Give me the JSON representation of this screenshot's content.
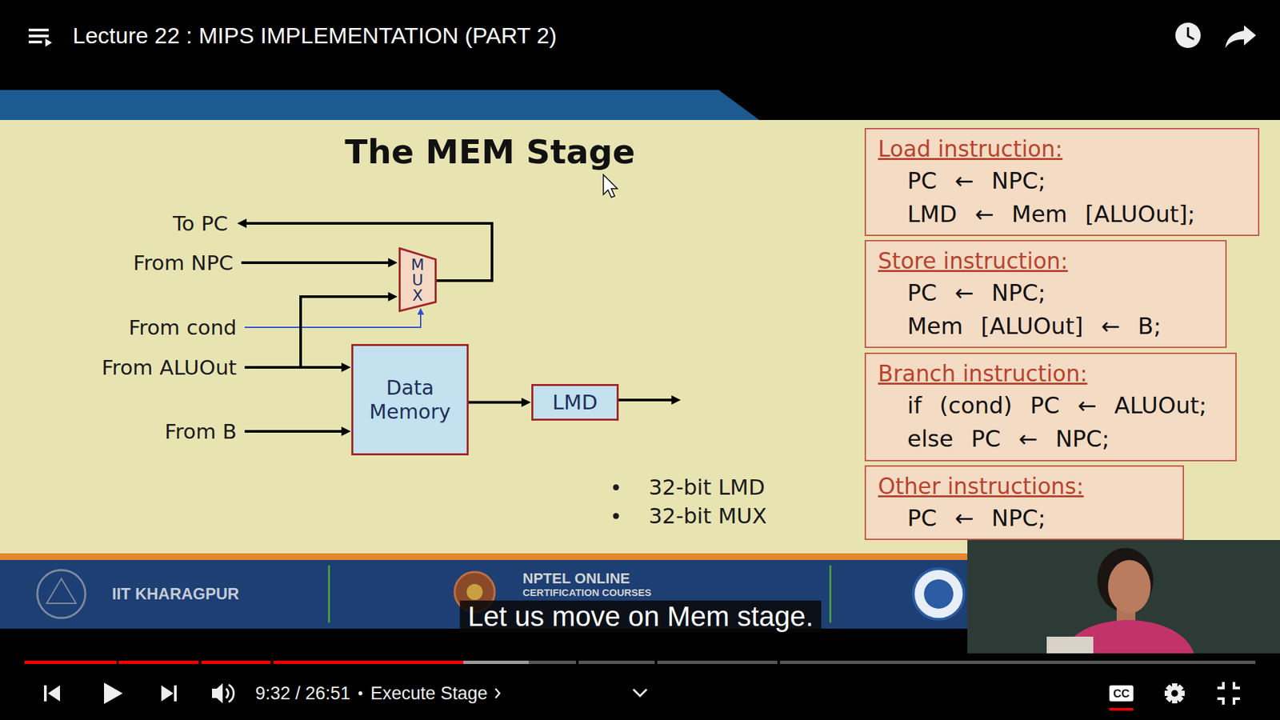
{
  "diagram": {
    "title": "The MEM Stage",
    "nodes": [
      {
        "text": [
          "MUX"
        ]
      },
      {
        "text": [
          "Data Memory"
        ]
      },
      {
        "text": [
          "LMD"
        ]
      },
      {
        "text": [
          "Load instruction:",
          "PC ← NPC;",
          "LMD ← Mem [ALUOut];"
        ]
      },
      {
        "text": [
          "Store instruction:",
          "PC ← NPC;",
          "Mem [ALUOut] ← B;"
        ]
      },
      {
        "text": [
          "Branch instruction:",
          "if (cond) PC ← ALUOut;",
          "else PC ← NPC;"
        ]
      },
      {
        "text": [
          "Other instructions:",
          "PC ← NPC;"
        ]
      }
    ],
    "edges": [
      {
        "from": 1,
        "to": 2,
        "arrow": "to"
      }
    ],
    "labels": [
      "Lecture 22 : MIPS IMPLEMENTATION (PART 2)",
      "To PC",
      "From NPC",
      "From cond",
      "From ALUOut",
      "From B",
      "32-bit LMD",
      "32-bit MUX",
      "IIT KHARAGPUR",
      "NPTEL ONLINE",
      "CERTIFICATION COURSES",
      "Let us move on Mem stage.",
      "9:32 / 26:51",
      "Execute Stage",
      "CC"
    ]
  }
}
